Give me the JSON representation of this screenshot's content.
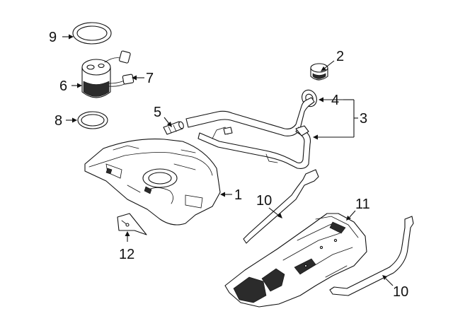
{
  "diagram": {
    "title": "Fuel tank and components exploded view",
    "callouts": {
      "c1": "1",
      "c2": "2",
      "c3": "3",
      "c4": "4",
      "c5": "5",
      "c6": "6",
      "c7": "7",
      "c8": "8",
      "c9": "9",
      "c10a": "10",
      "c10b": "10",
      "c11": "11",
      "c12": "12"
    }
  }
}
